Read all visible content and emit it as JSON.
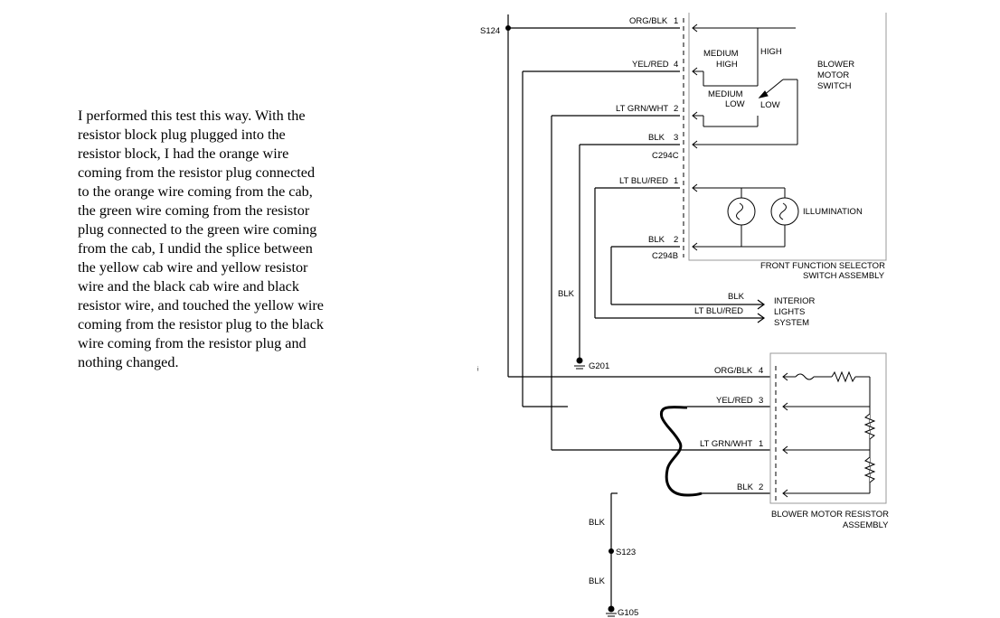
{
  "note": {
    "text": "I performed this test this way. With the\nresistor block plug plugged into the\nresistor block, I had the orange wire\ncoming from the resistor plug connected\nto the orange wire coming from the cab,\nthe green wire coming from the resistor\nplug connected to the green wire coming\nfrom the cab, I undid the splice between\nthe yellow cab wire and yellow resistor\nwire and the black cab wire and black\nresistor wire, and touched the yellow wire\ncoming from the resistor plug to the black\nwire coming from the resistor plug and\nnothing changed."
  },
  "diagram": {
    "splices": {
      "s124": "S124",
      "s123": "S123"
    },
    "grounds": {
      "g201": "G201",
      "g105": "G105"
    },
    "connectors": {
      "c294c": "C294C",
      "c294b": "C294B"
    },
    "wires": {
      "w1": "ORG/BLK",
      "w1_pin": "1",
      "w2": "YEL/RED",
      "w2_pin": "4",
      "w3": "LT GRN/WHT",
      "w3_pin": "2",
      "w4": "BLK",
      "w4_pin": "3",
      "w5": "LT BLU/RED",
      "w5_pin": "1",
      "w6": "BLK",
      "w6_pin": "2",
      "blk_vertical": "BLK",
      "int_blk": "BLK",
      "int_ltblu": "LT BLU/RED",
      "r1": "ORG/BLK",
      "r1_pin": "4",
      "r2": "YEL/RED",
      "r2_pin": "3",
      "r3": "LT GRN/WHT",
      "r3_pin": "1",
      "r4": "BLK",
      "r4_pin": "2",
      "lower_blk1": "BLK",
      "lower_blk2": "BLK"
    },
    "switch": {
      "medium_high_1": "MEDIUM",
      "medium_high_2": "HIGH",
      "high": "HIGH",
      "medium_low_1": "MEDIUM",
      "medium_low_2": "LOW",
      "low": "LOW",
      "blower_1": "BLOWER",
      "blower_2": "MOTOR",
      "blower_3": "SWITCH",
      "illumination": "ILLUMINATION",
      "assembly_1": "FRONT FUNCTION SELECTOR",
      "assembly_2": "SWITCH ASSEMBLY"
    },
    "interior": {
      "line1": "INTERIOR",
      "line2": "LIGHTS",
      "line3": "SYSTEM"
    },
    "resistor": {
      "line1": "BLOWER MOTOR RESISTOR",
      "line2": "ASSEMBLY"
    }
  }
}
